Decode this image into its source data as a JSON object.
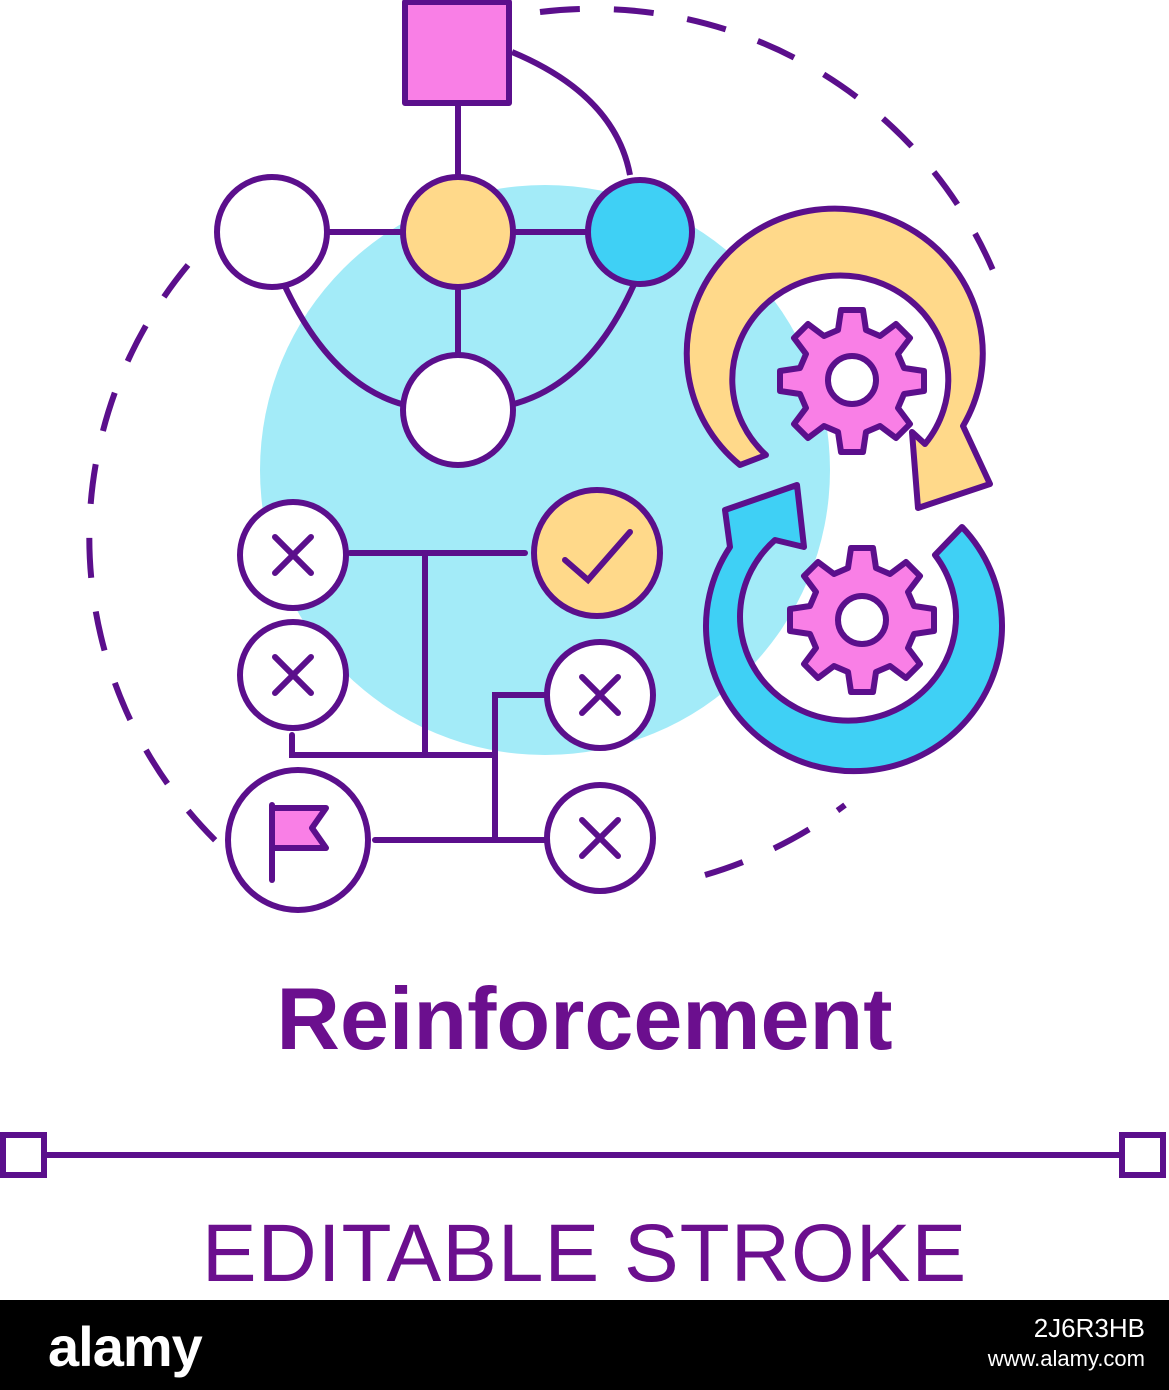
{
  "title": "Reinforcement",
  "subtitle": "EDITABLE STROKE",
  "footer": {
    "logo": "alamy",
    "image_id": "2J6R3HB",
    "url": "www.alamy.com"
  },
  "colors": {
    "stroke": "#5b0f8c",
    "light_blue": "#a3ebf8",
    "blue": "#3fd0f5",
    "yellow": "#ffd98a",
    "pink": "#f97fe6",
    "white": "#ffffff"
  }
}
